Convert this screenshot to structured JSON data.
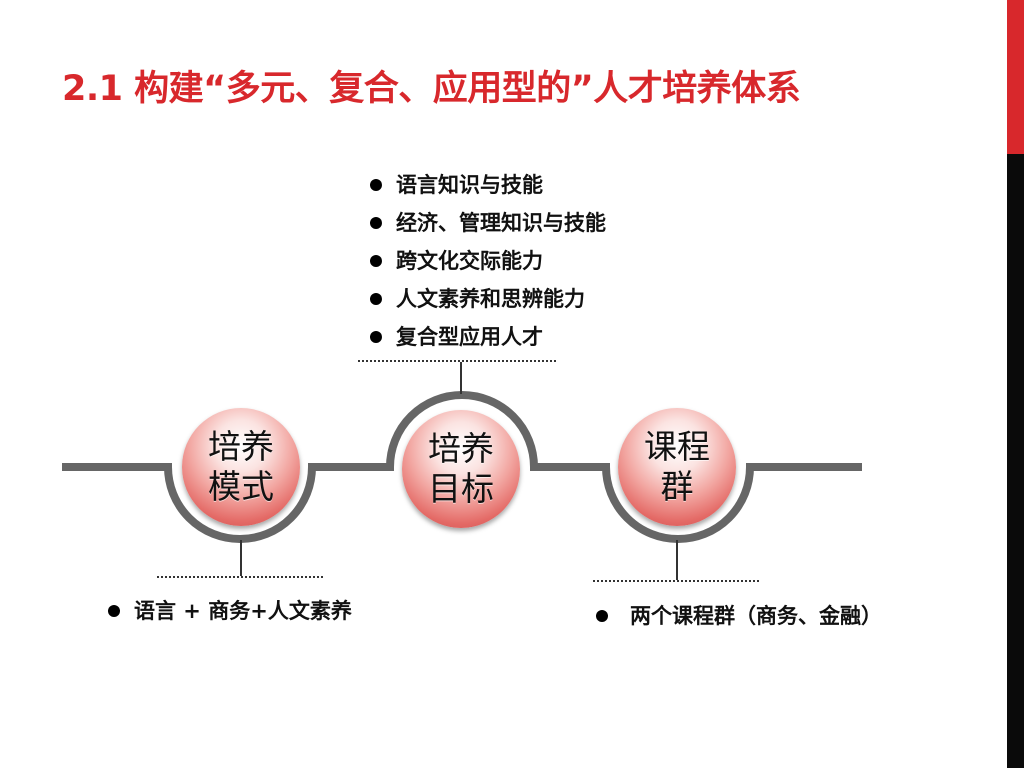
{
  "title": "2.1 构建“多元、复合、应用型的”人才培养体系",
  "nodes": [
    {
      "line1": "培养",
      "line2": "模式"
    },
    {
      "line1": "培养",
      "line2": "目标"
    },
    {
      "line1": "课程",
      "line2": "群"
    }
  ],
  "goals": [
    "语言知识与技能",
    "经济、管理知识与技能",
    "跨文化交际能力",
    "人文素养和思辨能力",
    "复合型应用人才"
  ],
  "mode_items": [
    "语言 + 商务+人文素养"
  ],
  "course_items": [
    "两个课程群（商务、金融）"
  ],
  "colors": {
    "accent": "#d8282c",
    "track": "#666666",
    "dark_bar": "#0a0a0a"
  }
}
